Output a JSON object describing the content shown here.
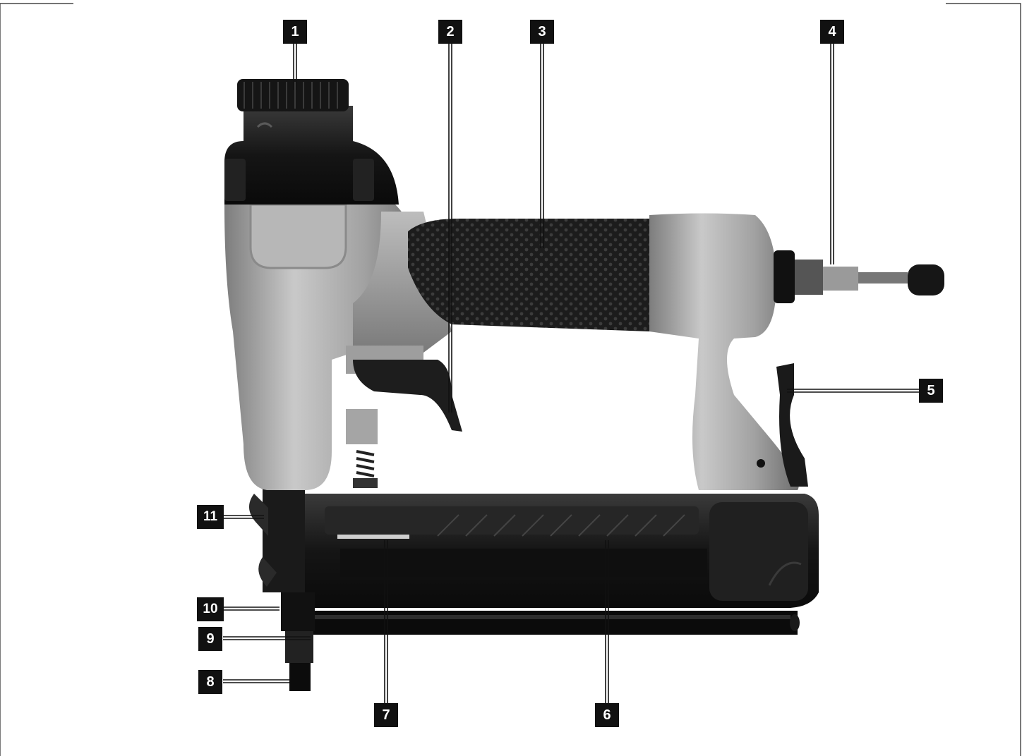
{
  "figure": {
    "subject": "pneumatic brad nailer with numbered part callouts",
    "callouts": [
      {
        "id": "c1",
        "number": "1"
      },
      {
        "id": "c2",
        "number": "2"
      },
      {
        "id": "c3",
        "number": "3"
      },
      {
        "id": "c4",
        "number": "4"
      },
      {
        "id": "c5",
        "number": "5"
      },
      {
        "id": "c6",
        "number": "6"
      },
      {
        "id": "c7",
        "number": "7"
      },
      {
        "id": "c8",
        "number": "8"
      },
      {
        "id": "c9",
        "number": "9"
      },
      {
        "id": "c10",
        "number": "10"
      },
      {
        "id": "c11",
        "number": "11"
      }
    ]
  },
  "colors": {
    "callout_fill": "#111111",
    "callout_text": "#ffffff",
    "body_metal": "#a9a9a9",
    "rubber_black": "#1b1b1b"
  }
}
